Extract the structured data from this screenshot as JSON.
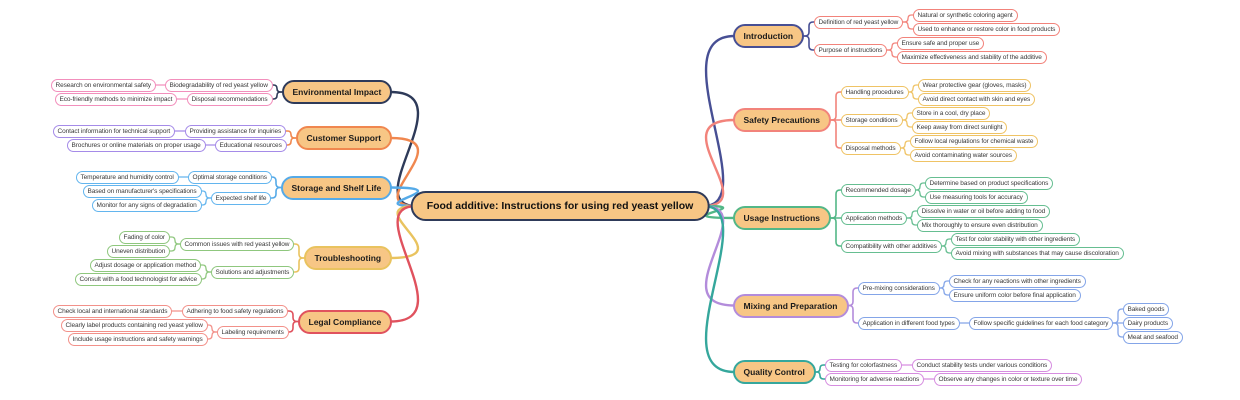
{
  "canvas": {
    "background": "#ffffff"
  },
  "root": {
    "label": "Food additive: Instructions for using red yeast yellow",
    "fill": "#F7C685",
    "border": "#2E3A59"
  },
  "branches": {
    "right": [
      {
        "label": "Introduction",
        "color": "#474F94",
        "child_color": "#F2837B",
        "children": [
          {
            "label": "Definition of red yeast yellow",
            "children": [
              {
                "label": "Natural or synthetic coloring agent"
              },
              {
                "label": "Used to enhance or restore color in food products"
              }
            ]
          },
          {
            "label": "Purpose of instructions",
            "children": [
              {
                "label": "Ensure safe and proper use"
              },
              {
                "label": "Maximize effectiveness and stability of the additive"
              }
            ]
          }
        ]
      },
      {
        "label": "Safety Precautions",
        "color": "#F2837B",
        "child_color": "#EFC365",
        "children": [
          {
            "label": "Handling procedures",
            "children": [
              {
                "label": "Wear protective gear (gloves, masks)"
              },
              {
                "label": "Avoid direct contact with skin and eyes"
              }
            ]
          },
          {
            "label": "Storage conditions",
            "children": [
              {
                "label": "Store in a cool, dry place"
              },
              {
                "label": "Keep away from direct sunlight"
              }
            ]
          },
          {
            "label": "Disposal methods",
            "children": [
              {
                "label": "Follow local regulations for chemical waste"
              },
              {
                "label": "Avoid contaminating water sources"
              }
            ]
          }
        ]
      },
      {
        "label": "Usage Instructions",
        "color": "#53B787",
        "child_color": "#66BE91",
        "children": [
          {
            "label": "Recommended dosage",
            "children": [
              {
                "label": "Determine based on product specifications"
              },
              {
                "label": "Use measuring tools for accuracy"
              }
            ]
          },
          {
            "label": "Application methods",
            "children": [
              {
                "label": "Dissolve in water or oil before adding to food"
              },
              {
                "label": "Mix thoroughly to ensure even distribution"
              }
            ]
          },
          {
            "label": "Compatibility with other additives",
            "children": [
              {
                "label": "Test for color stability with other ingredients"
              },
              {
                "label": "Avoid mixing with substances that may cause discoloration"
              }
            ]
          }
        ]
      },
      {
        "label": "Mixing and Preparation",
        "color": "#B38CDB",
        "child_color": "#84A5E8",
        "children": [
          {
            "label": "Pre-mixing considerations",
            "children": [
              {
                "label": "Check for any reactions with other ingredients"
              },
              {
                "label": "Ensure uniform color before final application"
              }
            ]
          },
          {
            "label": "Application in different food types",
            "children": [
              {
                "label": "Follow specific guidelines for each food category",
                "children": [
                  {
                    "label": "Baked goods"
                  },
                  {
                    "label": "Dairy products"
                  },
                  {
                    "label": "Meat and seafood"
                  }
                ]
              }
            ]
          }
        ]
      },
      {
        "label": "Quality Control",
        "color": "#35A79C",
        "child_color": "#D68DE0",
        "children": [
          {
            "label": "Testing for colorfastness",
            "children": [
              {
                "label": "Conduct stability tests under various conditions"
              }
            ]
          },
          {
            "label": "Monitoring for adverse reactions",
            "children": [
              {
                "label": "Observe any changes in color or texture over time"
              }
            ]
          }
        ]
      }
    ],
    "left": [
      {
        "label": "Environmental Impact",
        "color": "#2E3A59",
        "child_color": "#F28FBC",
        "children": [
          {
            "label": "Biodegradability of red yeast yellow",
            "children": [
              {
                "label": "Research on environmental safety"
              }
            ]
          },
          {
            "label": "Disposal recommendations",
            "children": [
              {
                "label": "Eco-friendly methods to minimize impact"
              }
            ]
          }
        ]
      },
      {
        "label": "Customer Support",
        "color": "#F0874F",
        "child_color": "#A58BE8",
        "children": [
          {
            "label": "Providing assistance for inquiries",
            "children": [
              {
                "label": "Contact information for technical support"
              }
            ]
          },
          {
            "label": "Educational resources",
            "children": [
              {
                "label": "Brochures or online materials on proper usage"
              }
            ]
          }
        ]
      },
      {
        "label": "Storage and Shelf Life",
        "color": "#55AAE8",
        "child_color": "#63B5EE",
        "children": [
          {
            "label": "Optimal storage conditions",
            "children": [
              {
                "label": "Temperature and humidity control"
              }
            ]
          },
          {
            "label": "Expected shelf life",
            "children": [
              {
                "label": "Based on manufacturer's specifications"
              },
              {
                "label": "Monitor for any signs of degradation"
              }
            ]
          }
        ]
      },
      {
        "label": "Troubleshooting",
        "color": "#E9C35F",
        "child_color": "#8FC77E",
        "children": [
          {
            "label": "Common issues with red yeast yellow",
            "children": [
              {
                "label": "Fading of color"
              },
              {
                "label": "Uneven distribution"
              }
            ]
          },
          {
            "label": "Solutions and adjustments",
            "children": [
              {
                "label": "Adjust dosage or application method"
              },
              {
                "label": "Consult with a food technologist for advice"
              }
            ]
          }
        ]
      },
      {
        "label": "Legal Compliance",
        "color": "#E0525E",
        "child_color": "#F2918A",
        "children": [
          {
            "label": "Adhering to food safety regulations",
            "children": [
              {
                "label": "Check local and international standards"
              }
            ]
          },
          {
            "label": "Labeling requirements",
            "children": [
              {
                "label": "Clearly label products containing red yeast yellow"
              },
              {
                "label": "Include usage instructions and safety warnings"
              }
            ]
          }
        ]
      }
    ]
  }
}
